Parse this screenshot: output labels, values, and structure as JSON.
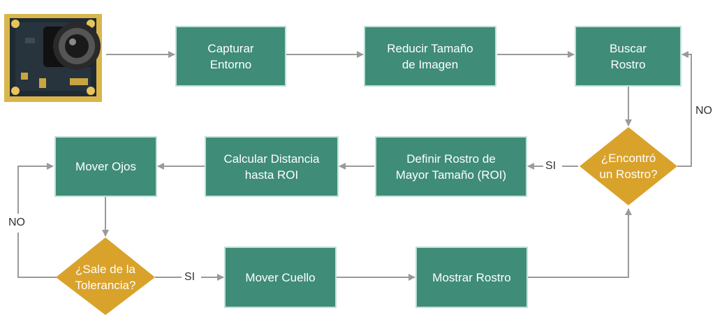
{
  "boxes": {
    "capturar": "Capturar\nEntorno",
    "reducir": "Reducir Tamaño\nde Imagen",
    "buscar": "Buscar\nRostro",
    "definir": "Definir Rostro de\nMayor Tamaño (ROI)",
    "calcular": "Calcular Distancia\nhasta ROI",
    "mover_ojos": "Mover Ojos",
    "mover_cuello": "Mover Cuello",
    "mostrar": "Mostrar Rostro"
  },
  "decisions": {
    "encontro": "¿Encontró\nun Rostro?",
    "sale": "¿Sale de la\nTolerancia?"
  },
  "labels": {
    "no_right": "NO",
    "si_mid": "SI",
    "no_left": "NO",
    "si_bottom": "SI"
  },
  "colors": {
    "process": "#3f8c78",
    "decision": "#d9a22b",
    "connector": "#9a9a9a"
  },
  "icons": {
    "camera": "camera-module-icon"
  }
}
